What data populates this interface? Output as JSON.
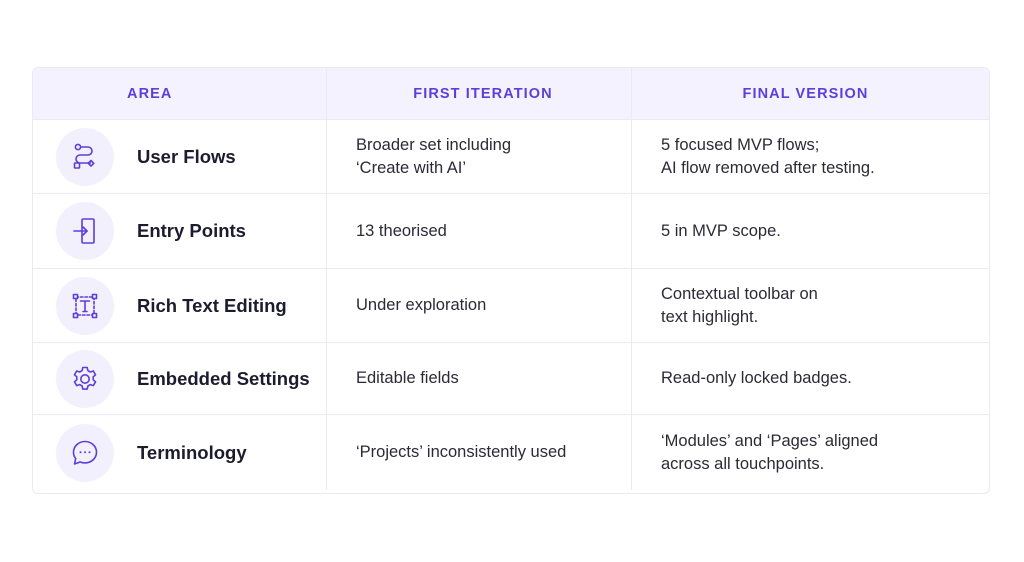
{
  "header": {
    "area": "AREA",
    "first_iteration": "FIRST ITERATION",
    "final_version": "FINAL VERSION"
  },
  "rows": [
    {
      "icon": "flow-icon",
      "area": "User Flows",
      "first": [
        "Broader set including",
        "‘Create with AI’"
      ],
      "final": [
        "5 focused MVP flows;",
        "AI flow removed after testing."
      ]
    },
    {
      "icon": "entry-icon",
      "area": "Entry Points",
      "first": [
        "13 theorised"
      ],
      "final": [
        "5 in MVP scope."
      ]
    },
    {
      "icon": "text-edit-icon",
      "area": "Rich Text Editing",
      "first": [
        "Under exploration"
      ],
      "final": [
        "Contextual toolbar on",
        "text highlight."
      ]
    },
    {
      "icon": "gear-icon",
      "area": "Embedded Settings",
      "first": [
        "Editable fields"
      ],
      "final": [
        "Read-only locked badges."
      ]
    },
    {
      "icon": "chat-icon",
      "area": "Terminology",
      "first": [
        "‘Projects’ inconsistently used"
      ],
      "final": [
        "‘Modules’ and ‘Pages’ aligned",
        "across all touchpoints."
      ]
    }
  ],
  "colors": {
    "accent": "#5b3fd8",
    "header_bg": "#f4f2fe",
    "icon_bg": "#f3f0fd",
    "border": "#ebe9f2"
  }
}
